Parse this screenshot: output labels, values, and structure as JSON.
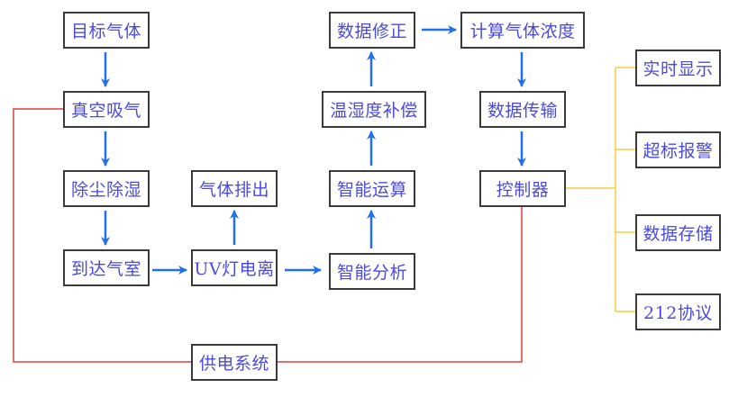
{
  "diagram": {
    "colors": {
      "flow_arrow": "#1f6fef",
      "power_line": "#d94040",
      "output_line": "#f2cf3a",
      "node_border": "#3a3a3a",
      "node_text": "#4a4adf"
    },
    "nodes": {
      "target_gas": "目标气体",
      "vacuum_intake": "真空吸气",
      "dust_dehumidify": "除尘除湿",
      "reach_chamber": "到达气室",
      "gas_exhaust": "气体排出",
      "uv_ionization": "UV灯电离",
      "power_system": "供电系统",
      "data_correction": "数据修正",
      "temp_humidity_comp": "温湿度补偿",
      "smart_compute": "智能运算",
      "smart_analysis": "智能分析",
      "calc_concentration": "计算气体浓度",
      "data_transmission": "数据传输",
      "controller": "控制器",
      "realtime_display": "实时显示",
      "over_limit_alarm": "超标报警",
      "data_storage": "数据存储",
      "protocol_212": "212协议"
    },
    "edges": [
      {
        "from": "target_gas",
        "to": "vacuum_intake",
        "type": "flow"
      },
      {
        "from": "vacuum_intake",
        "to": "dust_dehumidify",
        "type": "flow"
      },
      {
        "from": "dust_dehumidify",
        "to": "reach_chamber",
        "type": "flow"
      },
      {
        "from": "reach_chamber",
        "to": "uv_ionization",
        "type": "flow"
      },
      {
        "from": "uv_ionization",
        "to": "gas_exhaust",
        "type": "flow"
      },
      {
        "from": "uv_ionization",
        "to": "smart_analysis",
        "type": "flow"
      },
      {
        "from": "smart_analysis",
        "to": "smart_compute",
        "type": "flow"
      },
      {
        "from": "smart_compute",
        "to": "temp_humidity_comp",
        "type": "flow"
      },
      {
        "from": "temp_humidity_comp",
        "to": "data_correction",
        "type": "flow"
      },
      {
        "from": "data_correction",
        "to": "calc_concentration",
        "type": "flow"
      },
      {
        "from": "calc_concentration",
        "to": "data_transmission",
        "type": "flow"
      },
      {
        "from": "data_transmission",
        "to": "controller",
        "type": "flow"
      },
      {
        "from": "power_system",
        "to": "vacuum_intake",
        "type": "power"
      },
      {
        "from": "power_system",
        "to": "controller",
        "type": "power"
      },
      {
        "from": "controller",
        "to": "realtime_display",
        "type": "output"
      },
      {
        "from": "controller",
        "to": "over_limit_alarm",
        "type": "output"
      },
      {
        "from": "controller",
        "to": "data_storage",
        "type": "output"
      },
      {
        "from": "controller",
        "to": "protocol_212",
        "type": "output"
      }
    ]
  }
}
